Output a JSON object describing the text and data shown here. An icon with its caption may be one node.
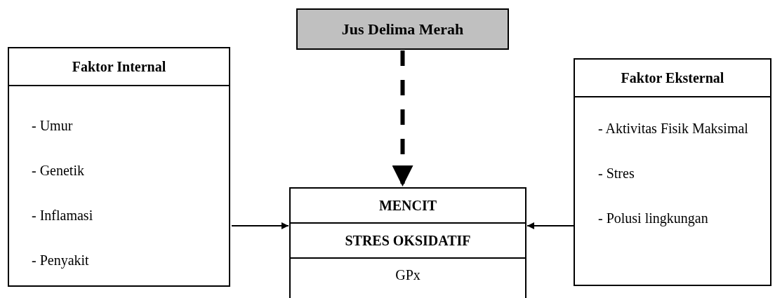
{
  "diagram": {
    "nodes": [
      {
        "text": [
          "Jus Delima Merah"
        ]
      },
      {
        "text": [
          "Faktor Internal",
          "- Umur",
          "- Genetik",
          "- Inflamasi",
          "- Penyakit"
        ]
      },
      {
        "text": [
          "Faktor Eksternal",
          "- Aktivitas Fisik Maksimal",
          "- Stres",
          "- Polusi lingkungan"
        ]
      },
      {
        "text": [
          "MENCIT",
          "STRES OKSIDATIF",
          "GPx"
        ]
      }
    ],
    "edges": [
      {
        "from": 0,
        "to": 3,
        "arrow": "to",
        "style": "dashed"
      },
      {
        "from": 1,
        "to": 3,
        "arrow": "to"
      },
      {
        "from": 2,
        "to": 3,
        "arrow": "to"
      }
    ]
  }
}
